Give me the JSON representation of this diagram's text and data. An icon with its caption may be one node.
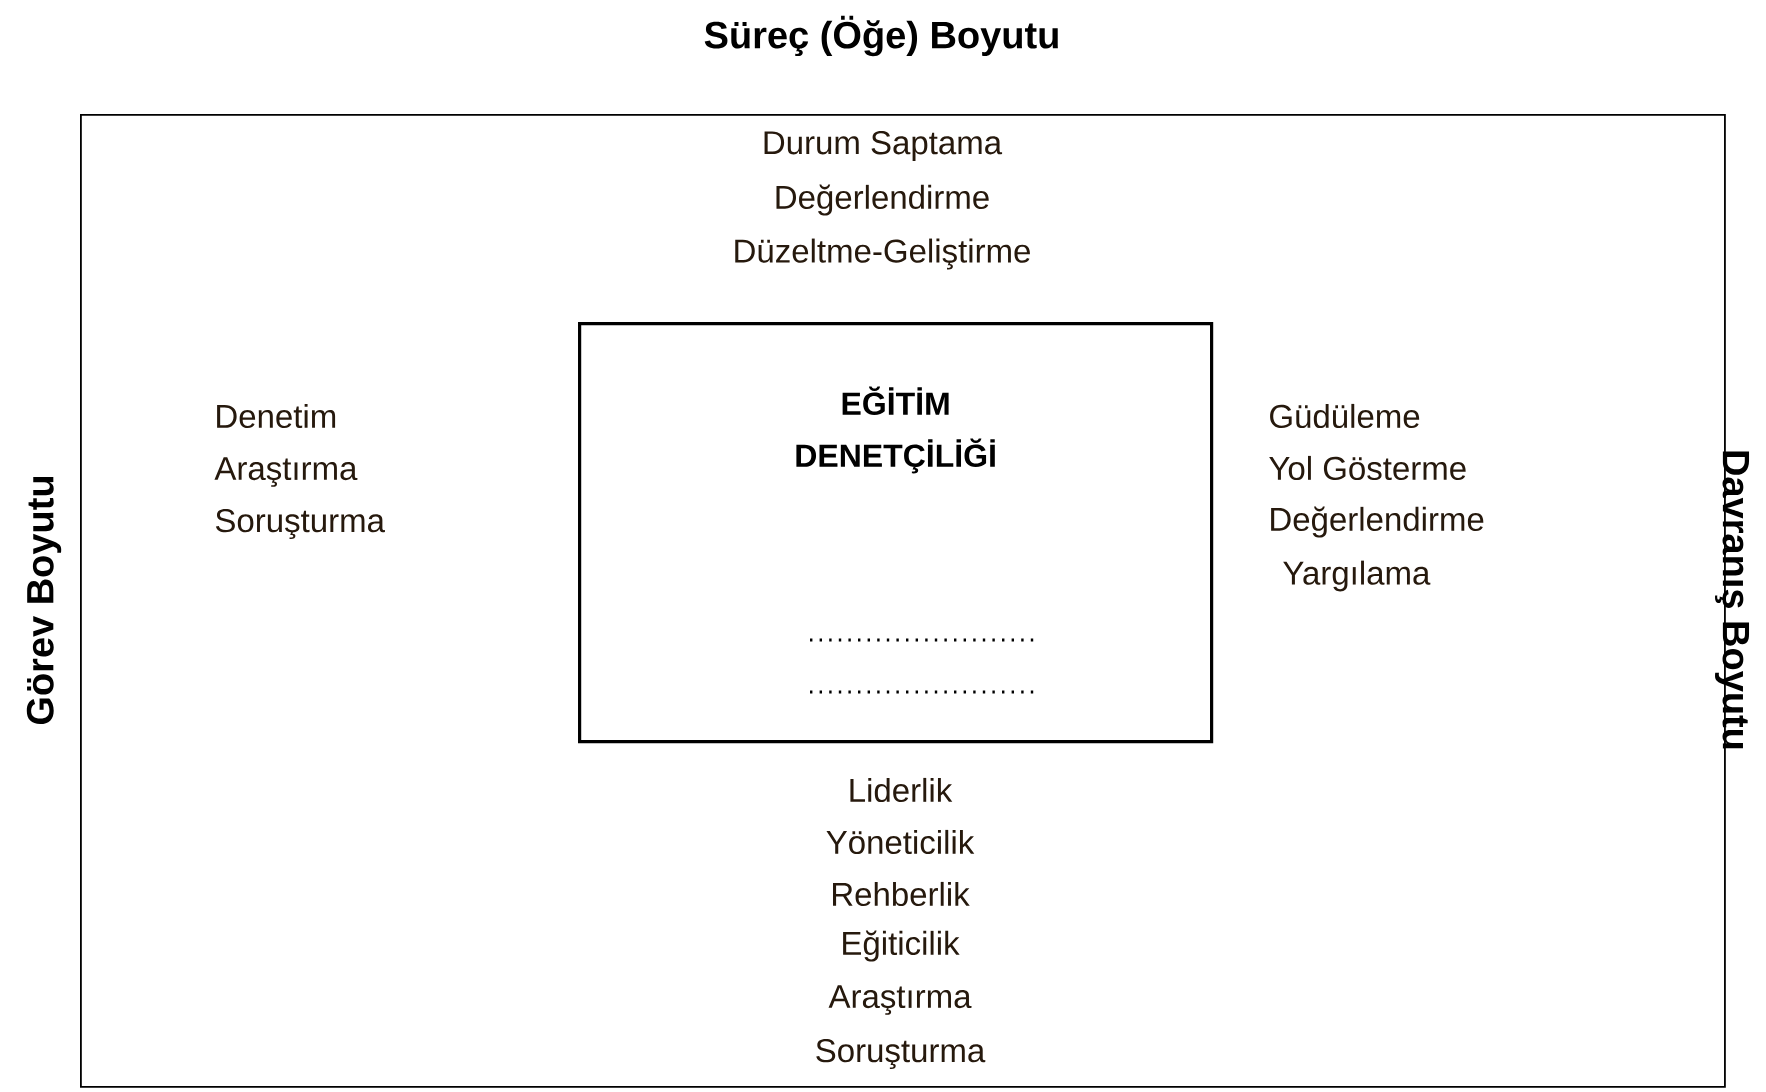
{
  "diagram": {
    "nodes": [
      {
        "text": [],
        "shape": "box"
      },
      {
        "text": [
          "EĞİTİM DENETÇİLİĞİ"
        ],
        "in": 0
      }
    ],
    "labels": [
      "Süreç (Öğe) Boyutu",
      "Durum Saptama",
      "Değerlendirme",
      "Düzeltme-Geliştirme",
      "Görev Boyutu",
      "Denetim",
      "Araştırma",
      "Soruşturma",
      "Güdüleme",
      "Yol Gösterme",
      "Değerlendirme",
      "Yargılama",
      "Davranış Boyutu",
      "Liderlik",
      "Yöneticilik",
      "Rehberlik",
      "Eğiticilik",
      "Araştırma",
      "Soruşturma"
    ]
  }
}
